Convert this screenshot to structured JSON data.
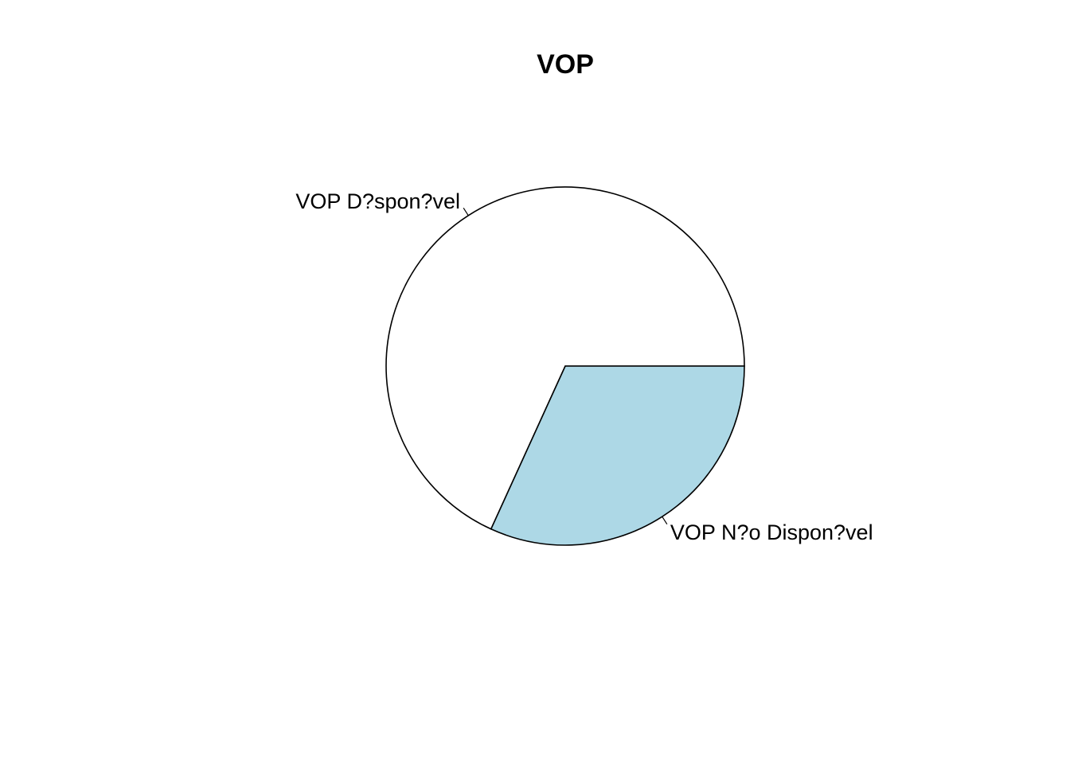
{
  "chart_data": {
    "type": "pie",
    "title": "VOP",
    "slices": [
      {
        "label": "VOP D?spon?vel",
        "value": 0.682,
        "color": "#ffffff"
      },
      {
        "label": "VOP N?o Dispon?vel",
        "value": 0.318,
        "color": "#add8e6"
      }
    ],
    "start_angle": "3 o'clock",
    "direction": "counter-clockwise",
    "legend": "none"
  }
}
